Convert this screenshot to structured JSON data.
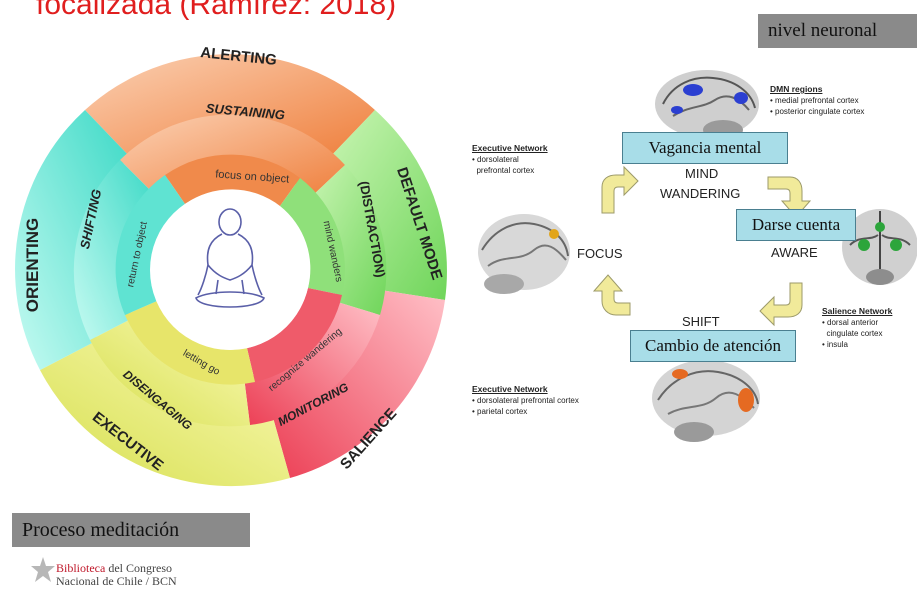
{
  "title": "focalizada (Ramírez: 2018)",
  "tags": {
    "neural_level": "nivel neuronal",
    "process": "Proceso meditación"
  },
  "wheel": {
    "outer": [
      "ORIENTING",
      "ALERTING",
      "DEFAULT MODE",
      "SALIENCE",
      "EXECUTIVE"
    ],
    "middle": [
      "SHIFTING",
      "SUSTAINING",
      "(DISTRACTION)",
      "MONITORING",
      "DISENGAGING"
    ],
    "inner": [
      "return to object",
      "focus on object",
      "mind wanders",
      "recognize wandering",
      "letting go"
    ]
  },
  "cycle": {
    "states": {
      "mind_wandering": "Vagancia mental",
      "aware": "Darse cuenta",
      "shift": "Cambio de atención"
    },
    "labels": {
      "mind_wandering_line1": "MIND",
      "mind_wandering_line2": "WANDERING",
      "aware": "AWARE",
      "shift": "SHIFT",
      "focus": "FOCUS"
    }
  },
  "networks": {
    "dmn": {
      "title": "DMN regions",
      "items": [
        "medial prefrontal cortex",
        "posterior cingulate cortex"
      ]
    },
    "executive_top": {
      "title": "Executive Network",
      "items": [
        "dorsolateral",
        "prefrontal cortex"
      ]
    },
    "salience": {
      "title": "Salience Network",
      "items": [
        "dorsal anterior",
        "cingulate cortex",
        "insula"
      ]
    },
    "executive_bottom": {
      "title": "Executive Network",
      "items": [
        "dorsolateral prefrontal cortex",
        "parietal cortex"
      ]
    }
  },
  "logo": {
    "line1_red": "Biblioteca",
    "line1_rest": " del Congreso",
    "line2": "Nacional de Chile / BCN"
  },
  "colors": {
    "title_red": "#e01e1e",
    "orange": "#f08a4b",
    "green": "#8fe07a",
    "red": "#ef5b6a",
    "yellow": "#e7e56a",
    "cyan": "#5fe3d2",
    "state_box": "#a8dde8",
    "arrow": "#f1ea9a"
  }
}
